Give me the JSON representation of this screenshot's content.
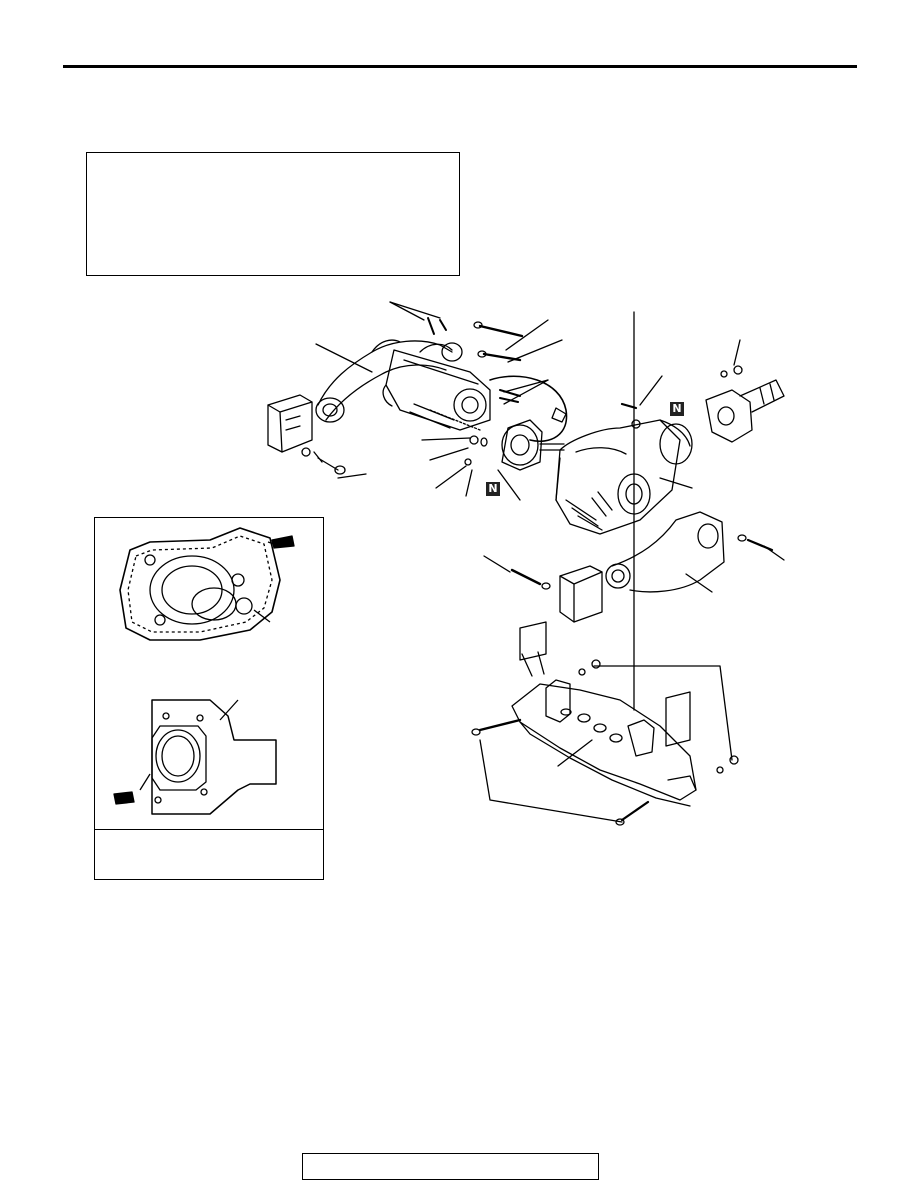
{
  "page": {
    "header_rule": true
  },
  "diagram": {
    "replace_badge_label": "N",
    "badges": [
      "N",
      "N"
    ]
  }
}
